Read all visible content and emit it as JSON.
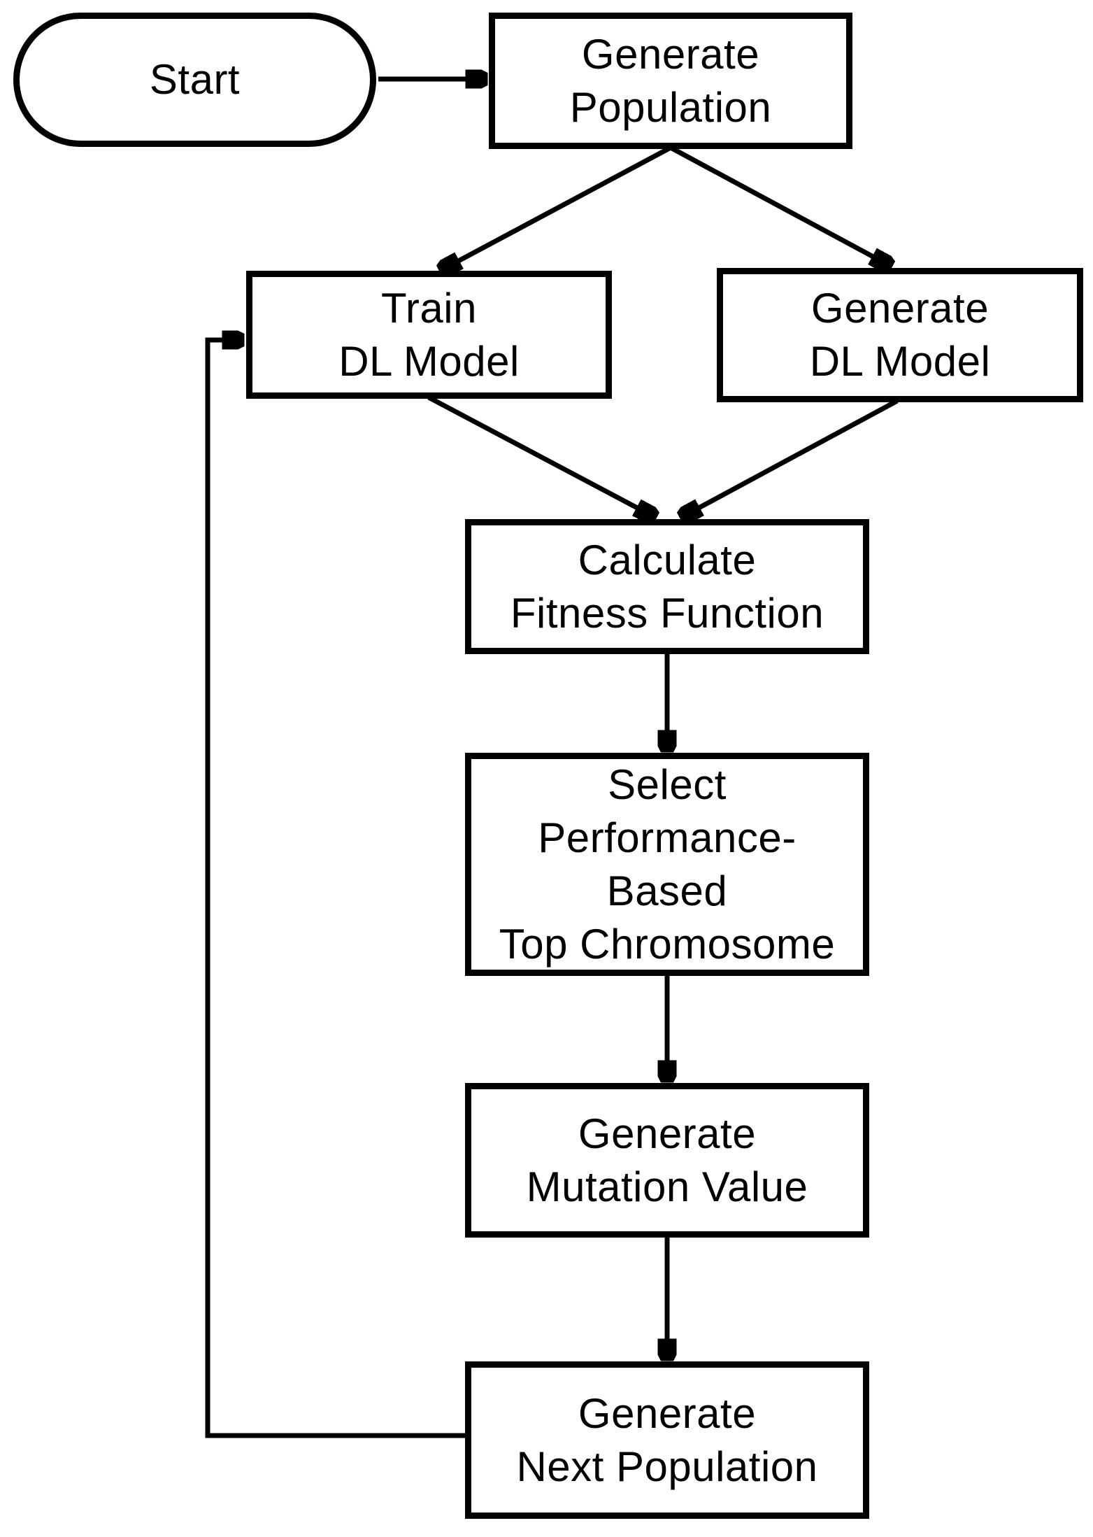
{
  "page": {
    "background_color": "#ffffff",
    "stroke_color": "#000000"
  },
  "nodes": {
    "start": {
      "label": "Start"
    },
    "generate_population": {
      "line1": "Generate",
      "line2": "Population"
    },
    "train_dl_model": {
      "line1": "Train",
      "line2": "DL Model"
    },
    "generate_dl_model": {
      "line1": "Generate",
      "line2": "DL Model"
    },
    "calculate_fitness_function": {
      "line1": "Calculate",
      "line2": "Fitness Function"
    },
    "select_top_chromosome": {
      "line1": "Select",
      "line2": "Performance-",
      "line3": "Based",
      "line4": "Top Chromosome"
    },
    "generate_mutation_value": {
      "line1": "Generate",
      "line2": "Mutation Value"
    },
    "generate_next_population": {
      "line1": "Generate",
      "line2": "Next Population"
    }
  },
  "edges": [
    {
      "from": "start",
      "to": "generate_population"
    },
    {
      "from": "generate_population",
      "to": "train_dl_model"
    },
    {
      "from": "generate_population",
      "to": "generate_dl_model"
    },
    {
      "from": "train_dl_model",
      "to": "calculate_fitness_function"
    },
    {
      "from": "generate_dl_model",
      "to": "calculate_fitness_function"
    },
    {
      "from": "calculate_fitness_function",
      "to": "select_top_chromosome"
    },
    {
      "from": "select_top_chromosome",
      "to": "generate_mutation_value"
    },
    {
      "from": "generate_mutation_value",
      "to": "generate_next_population"
    },
    {
      "from": "generate_next_population",
      "to": "train_dl_model"
    }
  ]
}
